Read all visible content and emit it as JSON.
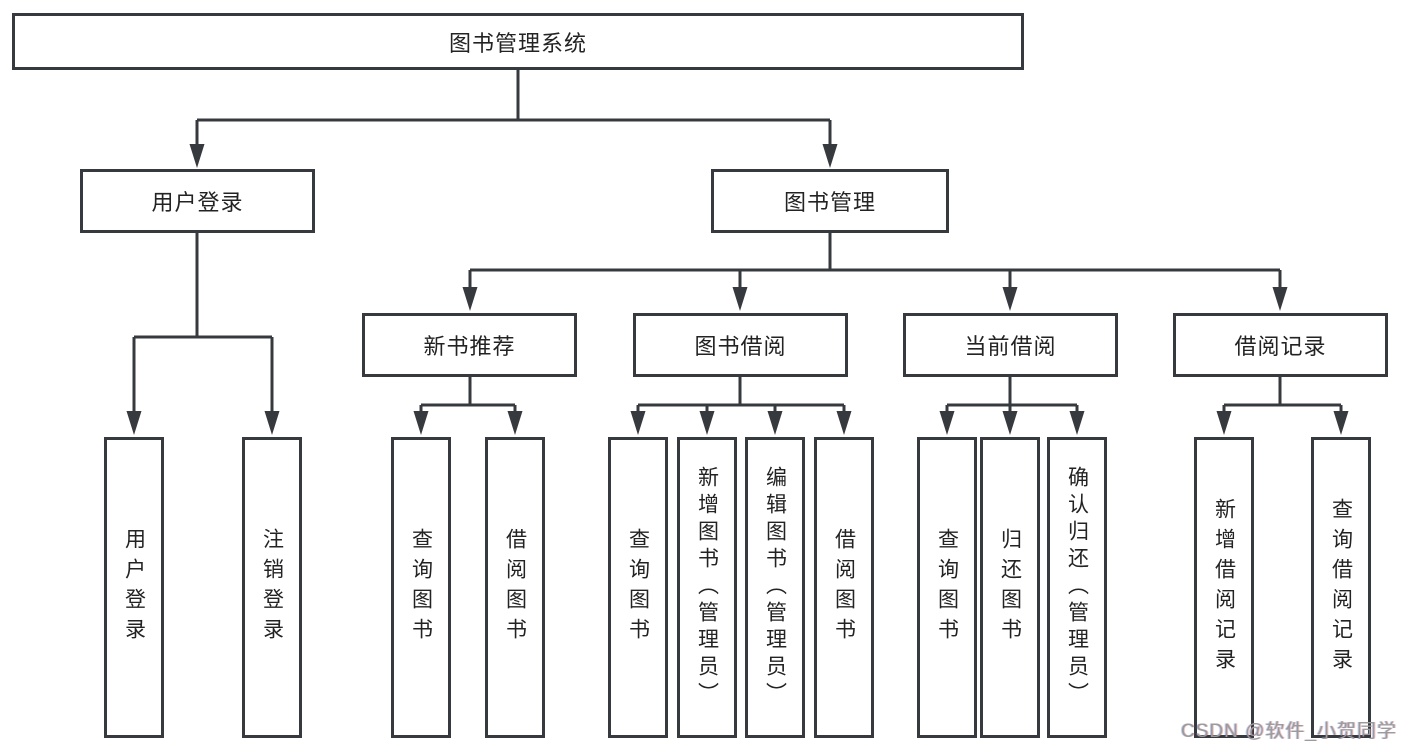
{
  "diagram_title": "图书管理系统",
  "tree": {
    "root": {
      "label": "图书管理系统"
    },
    "user_login_branch": {
      "label": "用户登录",
      "children": {
        "login": "用户登录",
        "logout": "注销登录"
      }
    },
    "book_mgmt_branch": {
      "label": "图书管理",
      "groups": {
        "new_books": {
          "label": "新书推荐",
          "children": {
            "query": "查询图书",
            "borrow": "借阅图书"
          }
        },
        "borrowing": {
          "label": "图书借阅",
          "children": {
            "query": "查询图书",
            "add": "新增图书（管理员）",
            "edit": "编辑图书（管理员）",
            "borrow": "借阅图书"
          }
        },
        "current": {
          "label": "当前借阅",
          "children": {
            "query": "查询图书",
            "return": "归还图书",
            "confirm": "确认归还（管理员）"
          }
        },
        "records": {
          "label": "借阅记录",
          "children": {
            "add": "新增借阅记录",
            "query": "查询借阅记录"
          }
        }
      }
    }
  },
  "watermark": "CSDN @软件_小贺同学",
  "colors": {
    "line": "#36393e",
    "text": "#232323",
    "background": "#ffffff",
    "watermark": "#9b9b9b"
  }
}
